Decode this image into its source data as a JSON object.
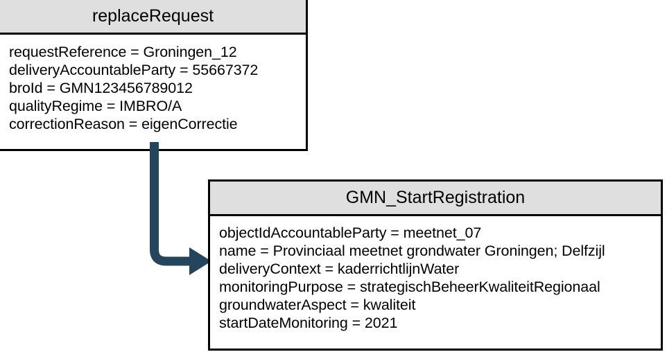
{
  "diagram": {
    "type": "uml-object-diagram",
    "background_color": "#ffffff",
    "border_color": "#000000",
    "header_fill": "#dfdfdf",
    "arrow_color": "#24455c"
  },
  "boxes": [
    {
      "id": "replaceRequest",
      "title": "replaceRequest",
      "attributes": [
        "requestReference = Groningen_12",
        "deliveryAccountableParty = 55667372",
        "broId = GMN123456789012",
        "qualityRegime = IMBRO/A",
        "correctionReason = eigenCorrectie"
      ]
    },
    {
      "id": "GMN_StartRegistration",
      "title": "GMN_StartRegistration",
      "attributes": [
        "objectIdAccountableParty = meetnet_07",
        "name = Provinciaal meetnet grondwater Groningen; Delfzijl",
        "deliveryContext = kaderrichtlijnWater",
        "monitoringPurpose = strategischBeheerKwaliteitRegionaal",
        "groundwaterAspect = kwaliteit",
        "startDateMonitoring = 2021"
      ]
    }
  ],
  "connector": {
    "name": "replaceRequest-to-GMN_StartRegistration",
    "style": "elbow-arrow",
    "label": "",
    "from": "replaceRequest",
    "to": "GMN_StartRegistration"
  }
}
